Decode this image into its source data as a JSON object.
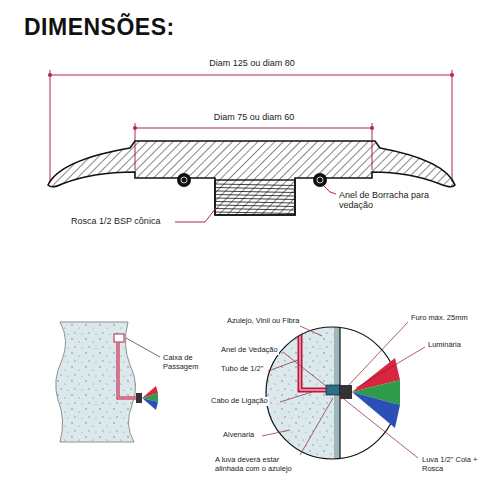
{
  "diagram": {
    "title": "DIMENSÕES:",
    "labels": [
      "Diam 125 ou diam 80",
      "Diam 75 ou diam 60",
      "Anel de Borracha para vedação",
      "Rosca 1/2 BSP cônica",
      "Caixa de Passagem",
      "Azulejo, Vinil ou Fibra",
      "Anel de Vedação",
      "Tubo de 1/2\"",
      "Cabo de Ligação",
      "Alvenaria",
      "A luva deverá estar alinhada com o azulejo",
      "Furo máx. 25mm",
      "Luminária",
      "Luva 1/2\" Cola + Rosca"
    ]
  }
}
